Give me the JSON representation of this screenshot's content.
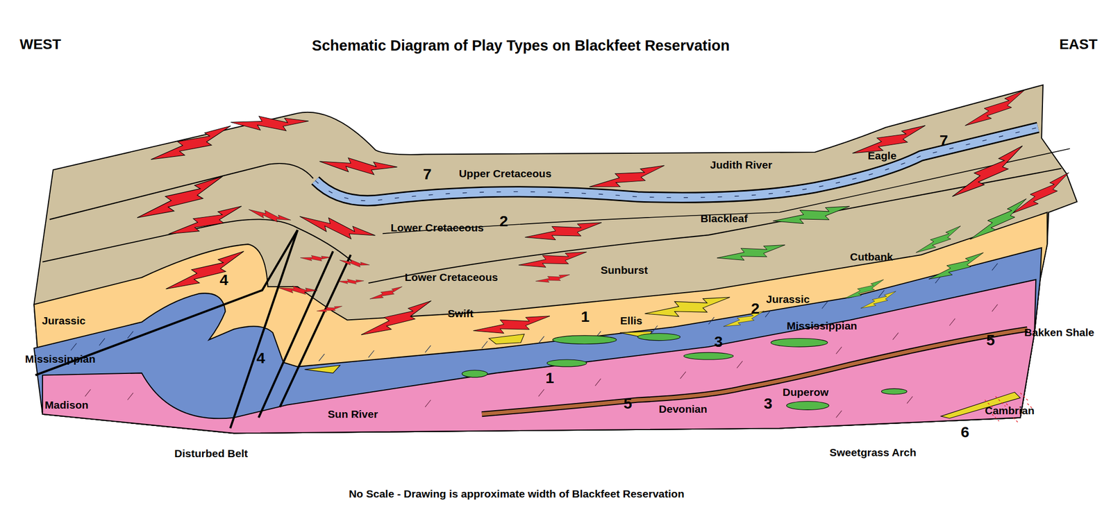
{
  "diagram": {
    "title": "Schematic Diagram of Play Types on Blackfeet Reservation",
    "caption": "No Scale - Drawing is approximate width of Blackfeet Reservation",
    "labels": [
      "WEST",
      "EAST",
      "Upper Cretaceous",
      "7",
      "Judith River",
      "Eagle",
      "7",
      "Lower Cretaceous",
      "2",
      "Blackleaf",
      "Lower Cretaceous",
      "Sunburst",
      "Cutbank",
      "4",
      "Jurassic",
      "Swift",
      "1",
      "Ellis",
      "2",
      "Jurassic",
      "Mississippian",
      "3",
      "Bakken Shale",
      "5",
      "Mississippian",
      "4",
      "Madison",
      "1",
      "5",
      "Devonian",
      "Duperow",
      "3",
      "Cambrian",
      "6",
      "Sun River",
      "Disturbed Belt",
      "Sweetgrass Arch"
    ]
  }
}
